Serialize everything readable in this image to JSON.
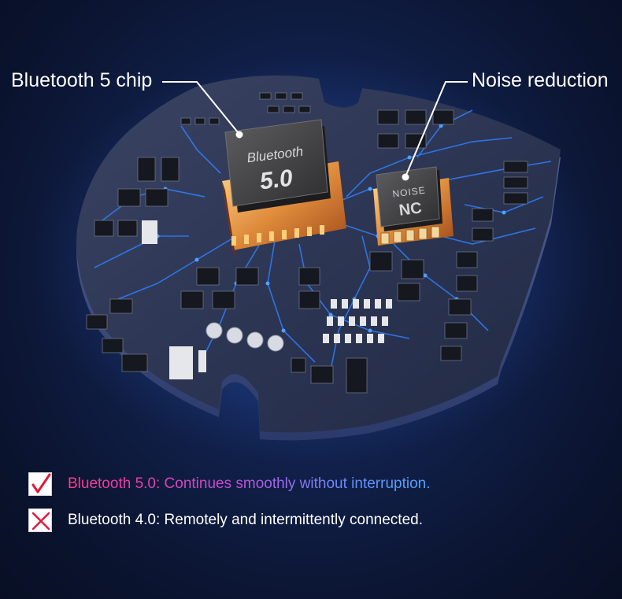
{
  "callouts": {
    "left_label": "Bluetooth 5 chip",
    "right_label": "Noise reduction"
  },
  "chips": {
    "bluetooth_line1": "Bluetooth",
    "bluetooth_line2": "5.0",
    "noise_line1": "NOISE",
    "noise_line2": "NC"
  },
  "comparison": {
    "good": {
      "icon": "check-icon",
      "text": "Bluetooth 5.0: Continues smoothly without interruption."
    },
    "bad": {
      "icon": "cross-icon",
      "text": "Bluetooth 4.0: Remotely and intermittently connected."
    }
  },
  "colors": {
    "background": "#0d1530",
    "board": "#2a3452",
    "trace": "#2f7fff",
    "chip_gold": "#d88a3a",
    "check": "#e0183a",
    "cross": "#e0183a",
    "good_gradient_start": "#ff3a8c",
    "good_gradient_end": "#4aa6ff"
  }
}
